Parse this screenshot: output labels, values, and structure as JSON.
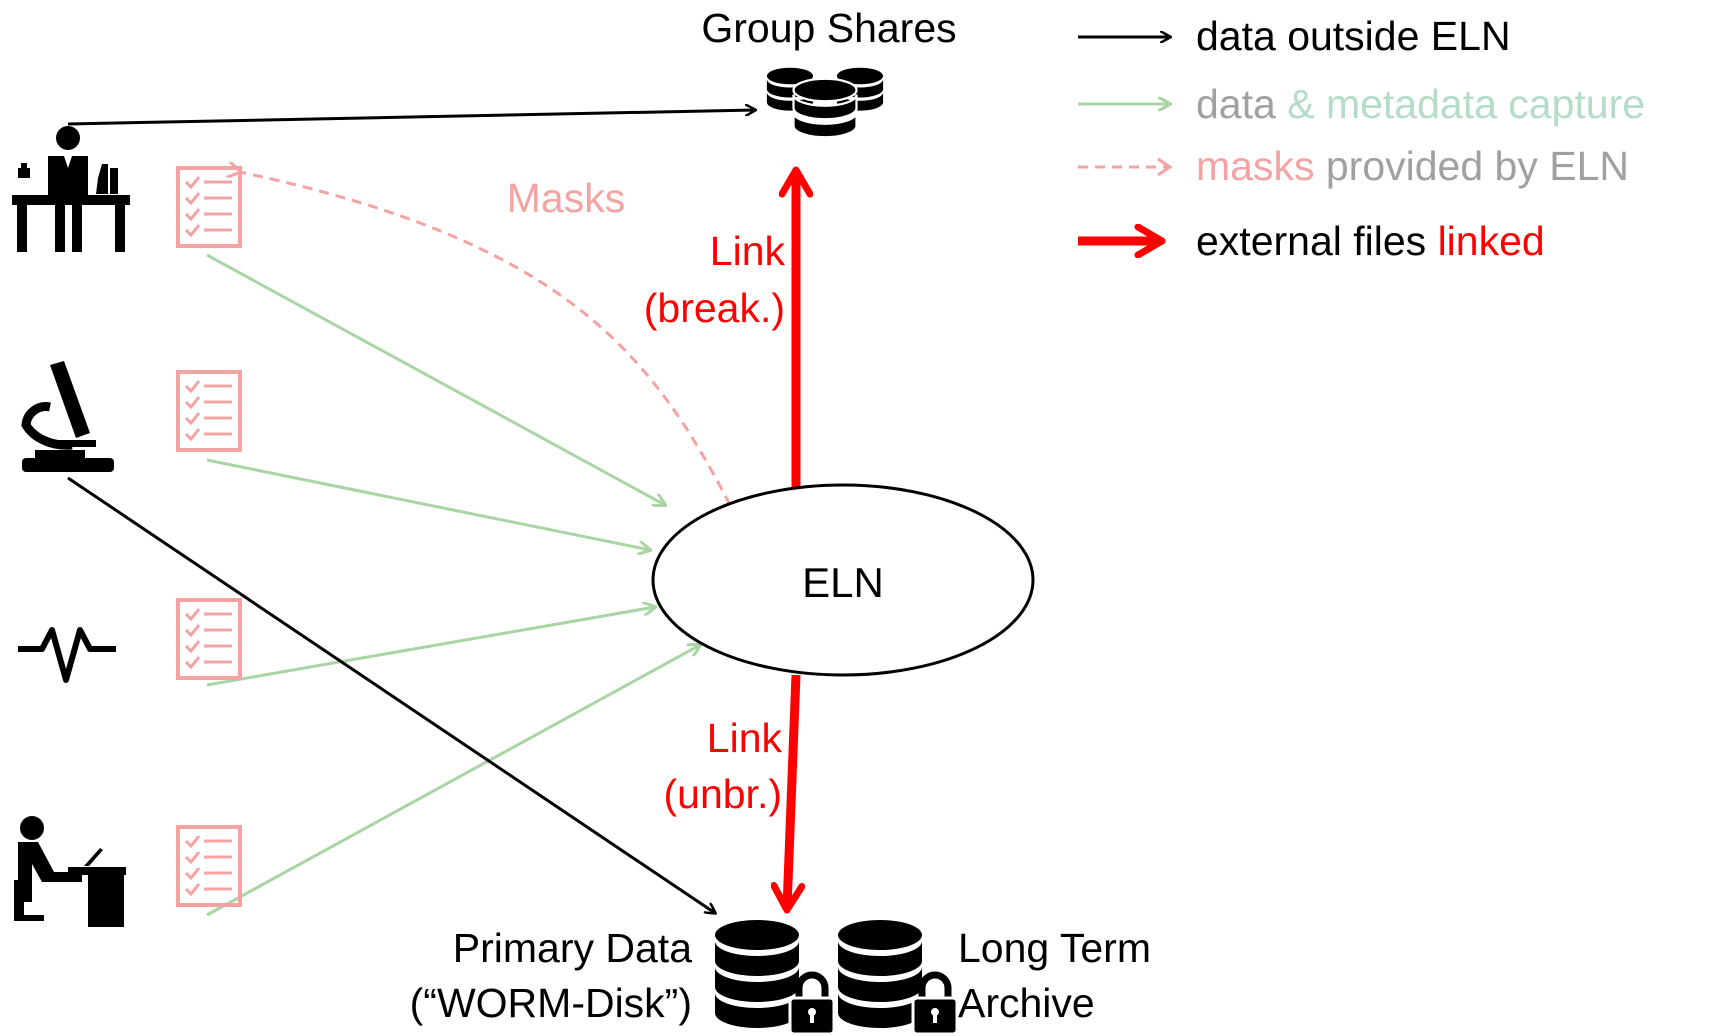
{
  "nodes": {
    "group_shares": "Group Shares",
    "eln": "ELN",
    "primary_line1": "Primary Data",
    "primary_line2": "(“WORM-Disk”)",
    "archive_line1": "Long Term",
    "archive_line2": "Archive"
  },
  "edge_labels": {
    "masks": "Masks",
    "link_break_1": "Link",
    "link_break_2": "(break.)",
    "link_unbr_1": "Link",
    "link_unbr_2": "(unbr.)"
  },
  "legend": {
    "black": "data outside ELN",
    "green_part1": "data",
    "green_part2": " & metadata capture",
    "pink_part1": "masks",
    "pink_part2": " provided by ELN",
    "red_part1": "external files ",
    "red_part2": "linked"
  },
  "icons": [
    "lab-bench-person-icon",
    "microscope-icon",
    "signal-wave-icon",
    "desk-computer-person-icon",
    "checklist-icon",
    "database-icon",
    "lock-icon"
  ],
  "colors": {
    "black": "#000000",
    "green": "#a9d4a4",
    "green_text": "#b4dcc8",
    "pink": "#f4a3a3",
    "red": "#ff0000",
    "gray": "#a0a0a0"
  }
}
